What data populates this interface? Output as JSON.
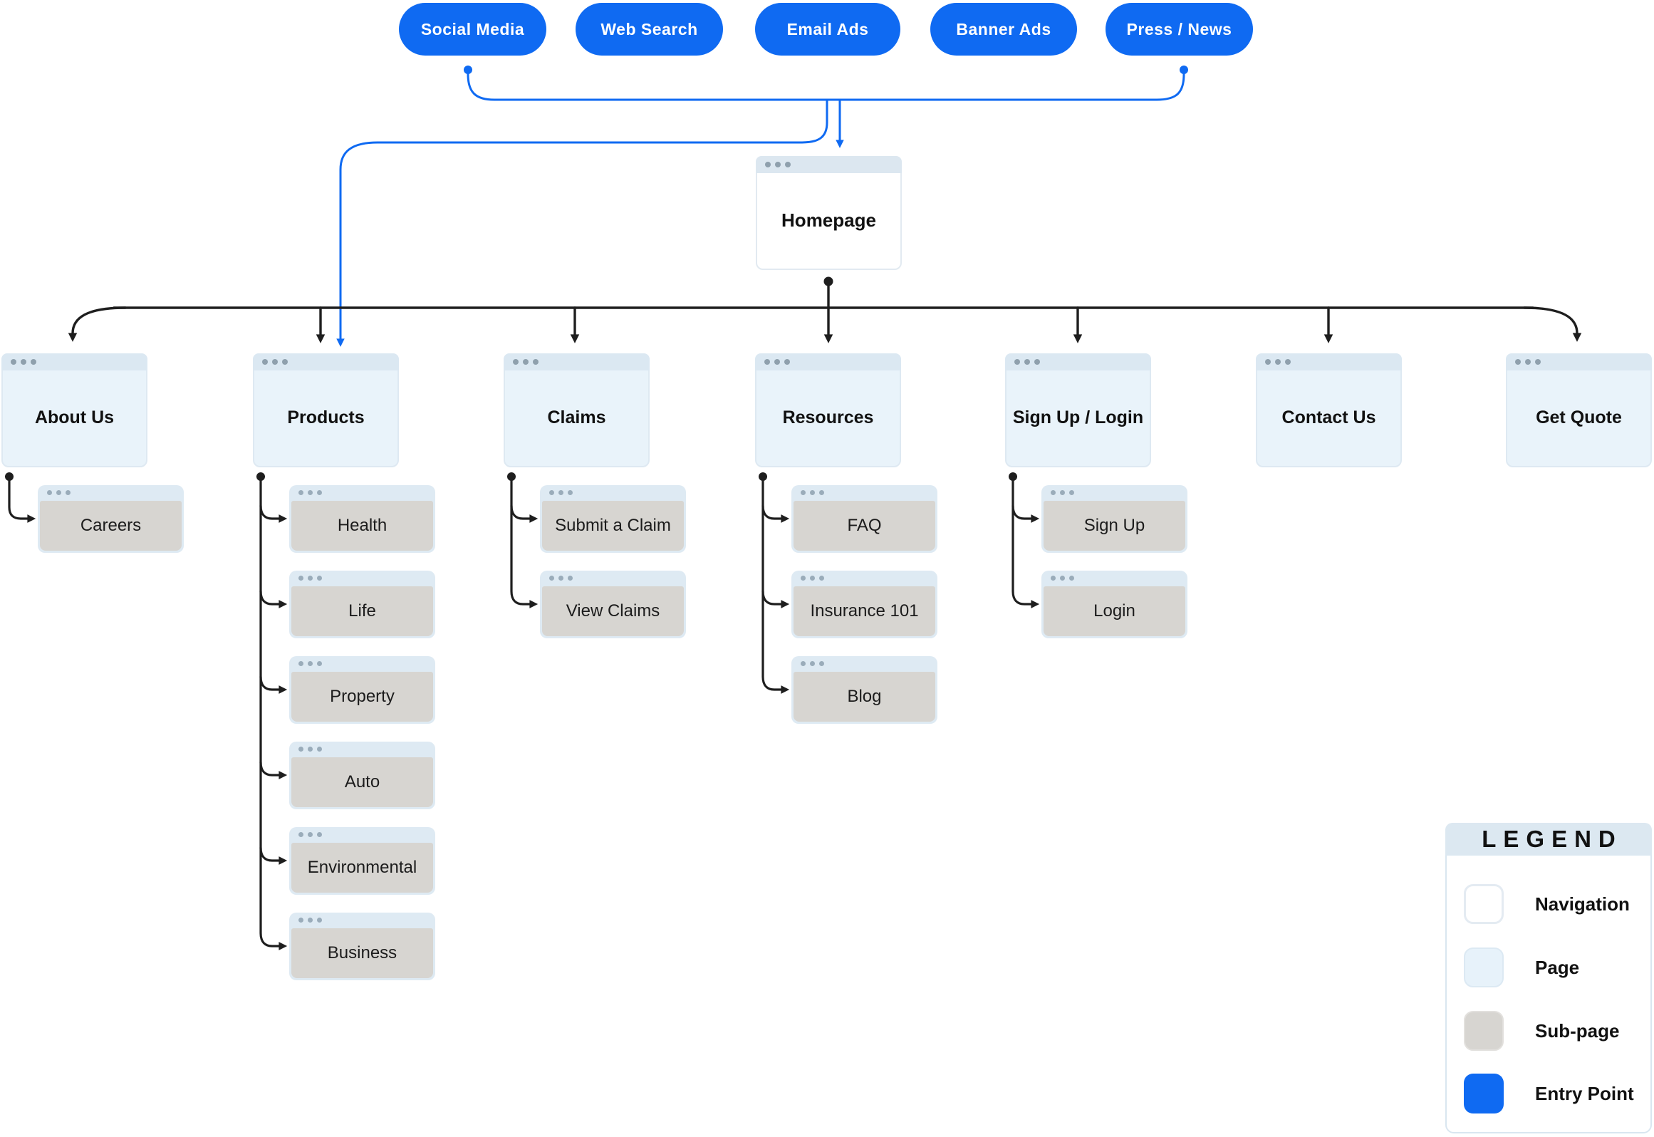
{
  "colors": {
    "entry_blue": "#0F6AF2",
    "page_fill": "#E9F3FA",
    "page_header": "#DBE8F2",
    "subpage_fill": "#D7D5D1",
    "homepage_fill": "#FFFFFF",
    "line_black": "#1E1E1E"
  },
  "entry_points": [
    {
      "label": "Social Media"
    },
    {
      "label": "Web Search"
    },
    {
      "label": "Email Ads"
    },
    {
      "label": "Banner Ads"
    },
    {
      "label": "Press / News"
    }
  ],
  "homepage": {
    "label": "Homepage"
  },
  "pages": [
    {
      "label": "About Us",
      "children": [
        {
          "label": "Careers"
        }
      ]
    },
    {
      "label": "Products",
      "children": [
        {
          "label": "Health"
        },
        {
          "label": "Life"
        },
        {
          "label": "Property"
        },
        {
          "label": "Auto"
        },
        {
          "label": "Environmental"
        },
        {
          "label": "Business"
        }
      ]
    },
    {
      "label": "Claims",
      "children": [
        {
          "label": "Submit a Claim"
        },
        {
          "label": "View Claims"
        }
      ]
    },
    {
      "label": "Resources",
      "children": [
        {
          "label": "FAQ"
        },
        {
          "label": "Insurance 101"
        },
        {
          "label": "Blog"
        }
      ]
    },
    {
      "label": "Sign Up / Login",
      "children": [
        {
          "label": "Sign Up"
        },
        {
          "label": "Login"
        }
      ]
    },
    {
      "label": "Contact Us",
      "children": []
    },
    {
      "label": "Get Quote",
      "children": []
    }
  ],
  "legend": {
    "title": "LEGEND",
    "items": [
      {
        "label": "Navigation",
        "type": "navigation"
      },
      {
        "label": "Page",
        "type": "page"
      },
      {
        "label": "Sub-page",
        "type": "sub-page"
      },
      {
        "label": "Entry Point",
        "type": "entry-point"
      }
    ]
  }
}
